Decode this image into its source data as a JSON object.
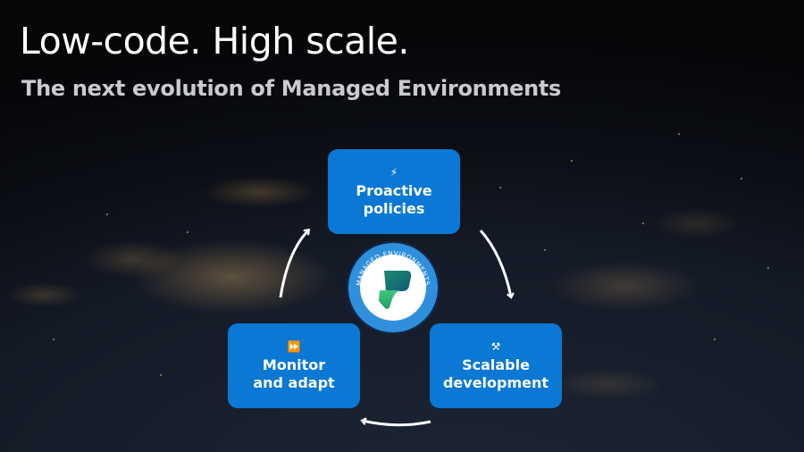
{
  "header": {
    "title": "Low-code. High scale.",
    "subtitle": "The next evolution of Managed Environments"
  },
  "cycle": {
    "center_badge": {
      "ring_text": "MANAGED ENVIRONMENTS",
      "logo": "power-platform-logo"
    },
    "steps": [
      {
        "icon": "lightning-icon",
        "glyph": "⚡",
        "label_line1": "Proactive",
        "label_line2": "policies"
      },
      {
        "icon": "hammer-icon",
        "glyph": "⚒",
        "label_line1": "Scalable",
        "label_line2": "development"
      },
      {
        "icon": "fast-forward-icon",
        "glyph": "⏩",
        "label_line1": "Monitor",
        "label_line2": "and adapt"
      }
    ]
  },
  "colors": {
    "card_blue": "#0a78d4",
    "badge_ring": "#2f8fdc",
    "text_white": "#ffffff",
    "subtitle_gray": "#c9cbd0"
  }
}
